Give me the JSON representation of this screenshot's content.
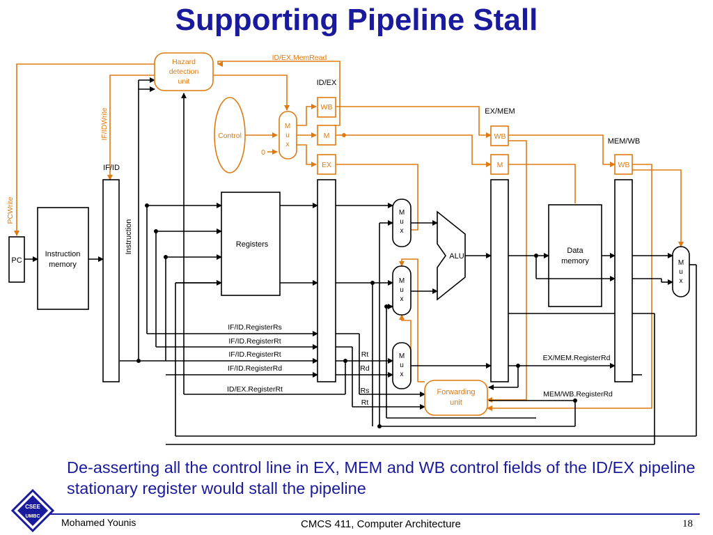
{
  "slide": {
    "title": "Supporting Pipeline Stall",
    "caption": "De-asserting all the control line in EX, MEM and WB control fields of the ID/EX pipeline stationary register would stall the pipeline",
    "author": "Mohamed Younis",
    "course": "CMCS 411, Computer Architecture",
    "page": "18",
    "logo_text": [
      "CSEE",
      "UMBC"
    ]
  },
  "diagram": {
    "pc": "PC",
    "instruction_memory": [
      "Instruction",
      "memory"
    ],
    "if_id": "IF/ID",
    "instruction": "Instruction",
    "registers": "Registers",
    "id_ex": "ID/EX",
    "ex_mem": "EX/MEM",
    "mem_wb": "MEM/WB",
    "hazard_unit": [
      "Hazard",
      "detection",
      "unit"
    ],
    "control": "Control",
    "ctrl_mux": [
      "M",
      "u",
      "x"
    ],
    "zero": "0",
    "alu": "ALU",
    "data_memory": [
      "Data",
      "memory"
    ],
    "forwarding_unit": [
      "Forwarding",
      "unit"
    ],
    "mux": [
      "M",
      "u",
      "x"
    ],
    "wb": "WB",
    "m": "M",
    "ex": "EX",
    "signals": {
      "id_ex_memread": "ID/EX.MemRead",
      "if_id_write": "IF/IDWrite",
      "pc_write": "PCWrite",
      "if_id_rs": "IF/ID.RegisterRs",
      "if_id_rt_1": "IF/ID.RegisterRt",
      "if_id_rt_2": "IF/ID.RegisterRt",
      "if_id_rd": "IF/ID.RegisterRd",
      "id_ex_rt": "ID/EX.RegisterRt",
      "ex_mem_rd": "EX/MEM.RegisterRd",
      "mem_wb_rd": "MEM/WB.RegisterRd",
      "rt": "Rt",
      "rd": "Rd",
      "rs": "Rs",
      "rt2": "Rt"
    },
    "colors": {
      "control": "#e07a10",
      "datapath": "#000000",
      "title": "#1a1a9c"
    }
  }
}
